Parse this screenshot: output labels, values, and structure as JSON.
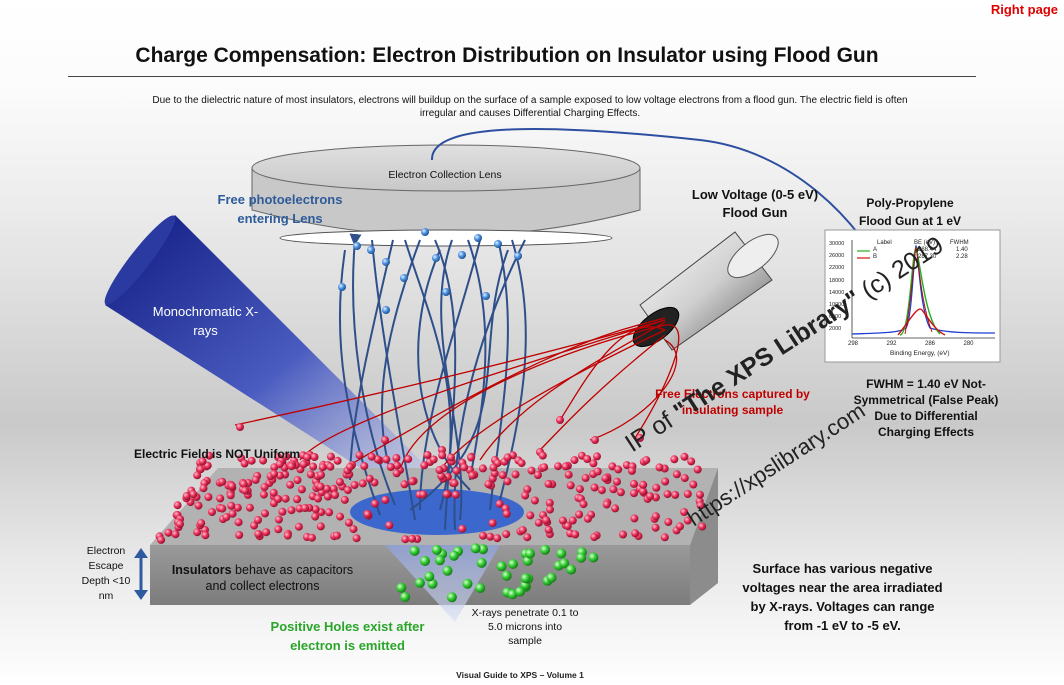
{
  "corner_label": "Right page",
  "title": "Charge Compensation:  Electron Distribution on Insulator using Flood Gun",
  "intro": "Due to the dielectric nature of most insulators, electrons will buildup on the surface of a sample exposed to low voltage electrons from a flood gun.  The electric field is often irregular and causes Differential Charging Effects.",
  "lens_label": "Electron Collection Lens",
  "free_photoelectrons": "Free photoelectrons entering Lens",
  "monochromatic": "Monochromatic X-rays",
  "flood_gun_label": "Low Voltage (0-5 eV) Flood Gun",
  "plot_title": "Poly-Propylene Flood Gun at 1 eV",
  "plot": {
    "legend_headers": [
      "Label",
      "BE (eV)",
      "FWHM"
    ],
    "legend_rows": [
      {
        "label": "A",
        "be": "288.44",
        "fwhm": "1.40"
      },
      {
        "label": "B",
        "be": "287.30",
        "fwhm": "2.28"
      }
    ],
    "y_ticks": [
      "30000",
      "26000",
      "22000",
      "18000",
      "14000",
      "10000",
      "6000",
      "2000"
    ],
    "x_ticks": [
      "298",
      "292",
      "286",
      "280"
    ],
    "xlabel": "Binding Energy, (eV)"
  },
  "fwhm_note": "FWHM = 1.40 eV Not-Symmetrical (False Peak) Due to Differential Charging Effects",
  "free_electrons_captured": "Free Electrons captured by insulating sample",
  "electric_field": "Electric Field is NOT Uniform",
  "escape_depth": "Electron Escape Depth <10 nm",
  "insulators_bold": "Insulators",
  "insulators_rest": " behave as capacitors and collect electrons",
  "positive_holes": "Positive Holes exist after electron is emitted",
  "xray_penetrate": "X-rays penetrate 0.1 to 5.0 microns into sample",
  "surface_note": "Surface has various negative voltages near the area irradiated by X-rays. Voltages can range from -1 eV to -5 eV.",
  "footer": "Visual Guide to XPS – Volume 1",
  "watermark_1_pre": "IP of ",
  "watermark_1_bold": "\"The XPS Library\"",
  "watermark_1_post": " (c) 2019",
  "watermark_2": "https://xpslibrary.com",
  "colors": {
    "title": "#111111",
    "blue_label": "#2e5b9a",
    "red_label": "#c00000",
    "green_label": "#2aa52a",
    "electron_red": "#e8305a",
    "hole_green": "#33cc33",
    "xray_beam": "#1a2a8c"
  }
}
